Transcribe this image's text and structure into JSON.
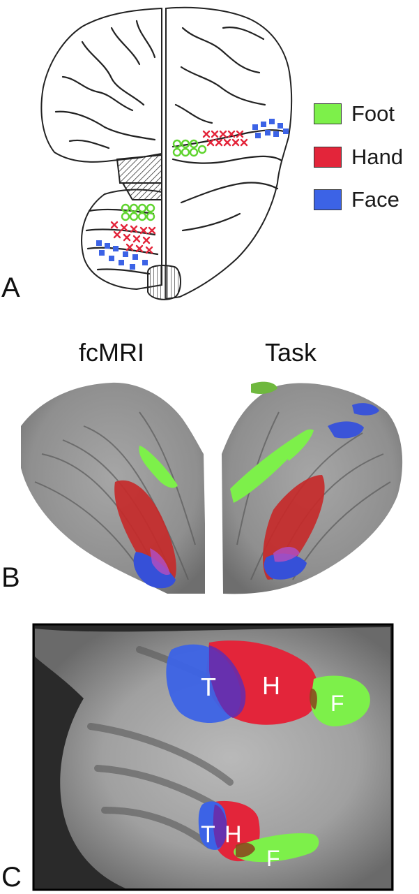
{
  "panelA": {
    "letter": "A",
    "legend": [
      {
        "label": "Foot",
        "color": "#7df04a"
      },
      {
        "label": "Hand",
        "color": "#e3253a"
      },
      {
        "label": "Face",
        "color": "#3c63e6"
      }
    ]
  },
  "panelB": {
    "letter": "B",
    "left_title": "fcMRI",
    "right_title": "Task"
  },
  "panelC": {
    "letter": "C",
    "upper_labels": {
      "t": "T",
      "h": "H",
      "f": "F"
    },
    "lower_labels": {
      "t": "T",
      "h": "H",
      "f": "F"
    }
  },
  "colors": {
    "foot": "#7df04a",
    "hand": "#e3253a",
    "face": "#3c63e6",
    "overlap": "#6a2ba8",
    "hand_foot_overlap": "#8a4a1e"
  }
}
